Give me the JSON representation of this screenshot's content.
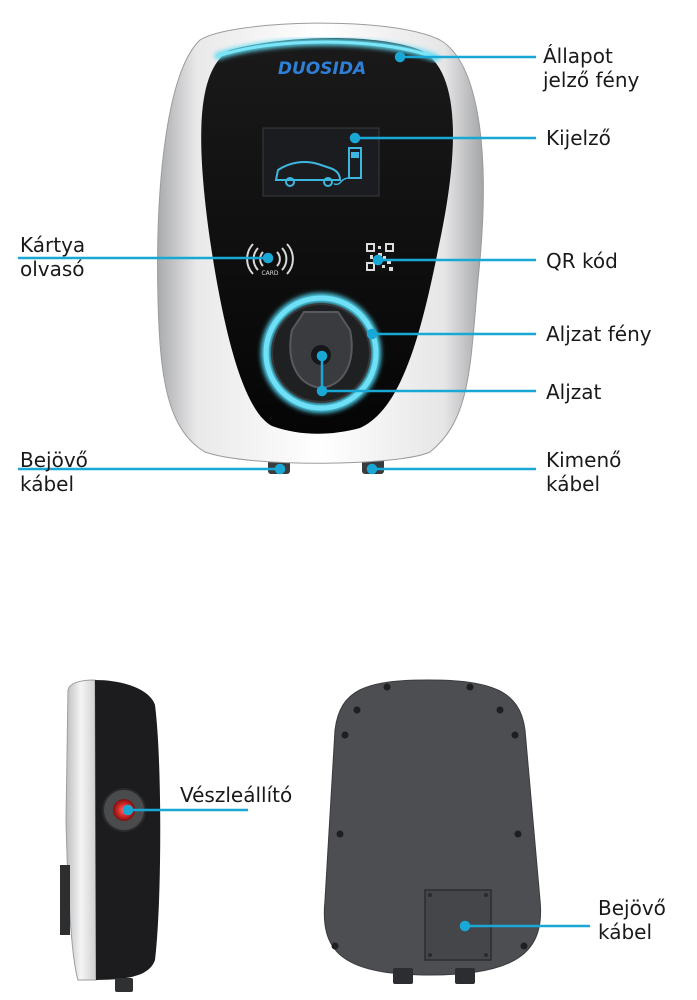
{
  "brand_logo": "DUOSIDA",
  "card_reader_text": "CARD",
  "colors": {
    "accent_cyan": "#19a8d6",
    "glow": "#5fd9f0",
    "panel_black": "#0b0b0b",
    "housing_white": "#f4f4f4",
    "housing_grey": "#b5b6b8",
    "back_plate": "#4c4d50",
    "stop_button": "#d42a2a"
  },
  "labels": {
    "status_light": [
      "Állapot",
      "jelző fény"
    ],
    "display": [
      "Kijelző"
    ],
    "card_reader": [
      "Kártya",
      "olvasó"
    ],
    "qr_code": [
      "QR kód"
    ],
    "socket_light": [
      "Aljzat fény"
    ],
    "socket": [
      "Aljzat"
    ],
    "incoming_cable_front": [
      "Bejövő",
      "kábel"
    ],
    "outgoing_cable": [
      "Kimenő",
      "kábel"
    ],
    "emergency_stop": [
      "Vészleállító"
    ],
    "incoming_cable_back": [
      "Bejövő",
      "kábel"
    ]
  }
}
